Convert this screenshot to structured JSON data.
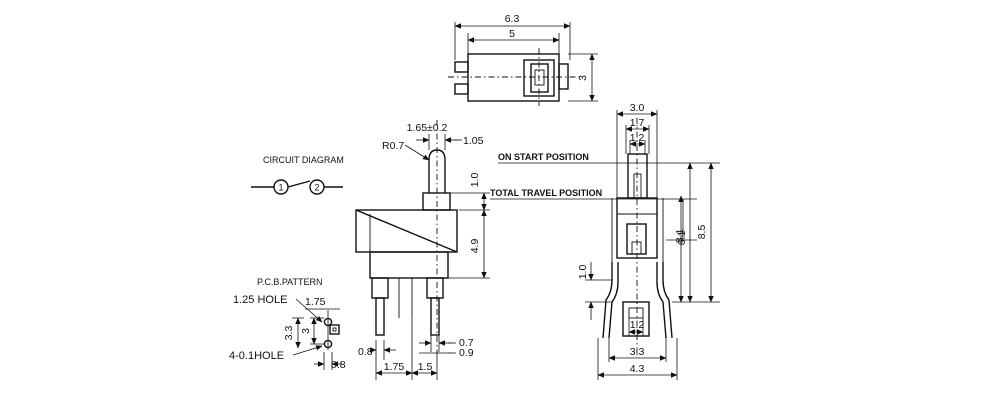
{
  "top_view": {
    "dim_overall": "6.3",
    "dim_body": "5",
    "dim_height": "3"
  },
  "front_view": {
    "dim_radius": "R0.7",
    "dim_actuator": "1.65±0.2",
    "dim_tip": "1.05",
    "dim_actuator_height": "1.0",
    "dim_body_height": "4.9",
    "dim_pin_width": "0.7",
    "dim_pin_thickness": "0.9",
    "dim_left_pin": "0.8",
    "dim_pitch_a": "1.75",
    "dim_pitch_b": "1.5"
  },
  "side_view": {
    "on_start_label": "ON START POSITION",
    "total_travel_label": "TOTAL TRAVEL POSITION",
    "dim_width": "3.0",
    "dim_inner": "1.7",
    "dim_stem": "1.2",
    "dim_travel": "6.1",
    "dim_mid": "8.1",
    "dim_total": "8.5",
    "dim_leg": "1.0",
    "dim_slot": "1.2",
    "dim_foot": "3.3",
    "dim_span": "4.3"
  },
  "circuit": {
    "title": "CIRCUIT DIAGRAM",
    "node1": "1",
    "node2": "2"
  },
  "pcb": {
    "title": "P.C.B.PATTERN",
    "hole_label": "1.25 HOLE",
    "small_hole_label": "4-0.1HOLE",
    "dim_175": "1.75",
    "dim_3": "3",
    "dim_3_3": "3.3",
    "dim_08": "0.8"
  }
}
